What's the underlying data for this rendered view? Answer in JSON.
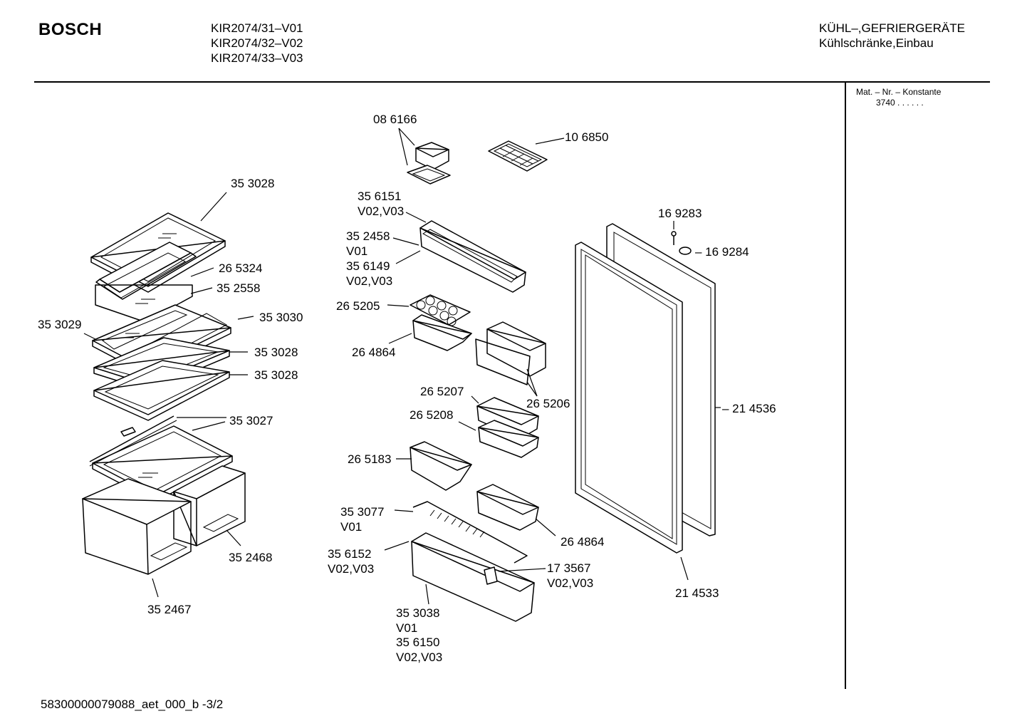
{
  "header": {
    "brand": "BOSCH",
    "models": [
      "KIR2074/31–V01",
      "KIR2074/32–V02",
      "KIR2074/33–V03"
    ],
    "category_line1": "KÜHL–,GEFRIERGERÄTE",
    "category_line2": "Kühlschränke,Einbau"
  },
  "side_panel": {
    "mat_label": "Mat. – Nr. – Konstante",
    "mat_value": "3740  .  .    .  .  .  ."
  },
  "footer": {
    "doc_id": "58300000079088_aet_000_b  -3/2"
  },
  "labels": {
    "l_353028_top": "35 3028",
    "l_265324": "26 5324",
    "l_352558": "35 2558",
    "l_353029": "35 3029",
    "l_353030": "35 3030",
    "l_353028_b": "35 3028",
    "l_353028_c": "35 3028",
    "l_353027": "35 3027",
    "l_352468": "35 2468",
    "l_352467": "35 2467",
    "l_086166": "08 6166",
    "l_106850": "10 6850",
    "l_356151": "35 6151",
    "l_356151_v": "V02,V03",
    "l_352458": "35 2458",
    "l_352458_v": "V01",
    "l_356149": "35 6149",
    "l_356149_v": "V02,V03",
    "l_265205": "26 5205",
    "l_264864_a": "26 4864",
    "l_265207": "26 5207",
    "l_265206": "26 5206",
    "l_265208": "26 5208",
    "l_265183": "26 5183",
    "l_353077": "35 3077",
    "l_353077_v": "V01",
    "l_356152": "35 6152",
    "l_356152_v": "V02,V03",
    "l_264864_b": "26 4864",
    "l_173567": "17 3567",
    "l_173567_v": "V02,V03",
    "l_353038": "35 3038",
    "l_353038_v": "V01",
    "l_356150": "35 6150",
    "l_356150_v": "V02,V03",
    "l_169283": "16 9283",
    "l_169284": "– 16 9284",
    "l_214536": "– 21 4536",
    "l_214533": "21 4533"
  }
}
